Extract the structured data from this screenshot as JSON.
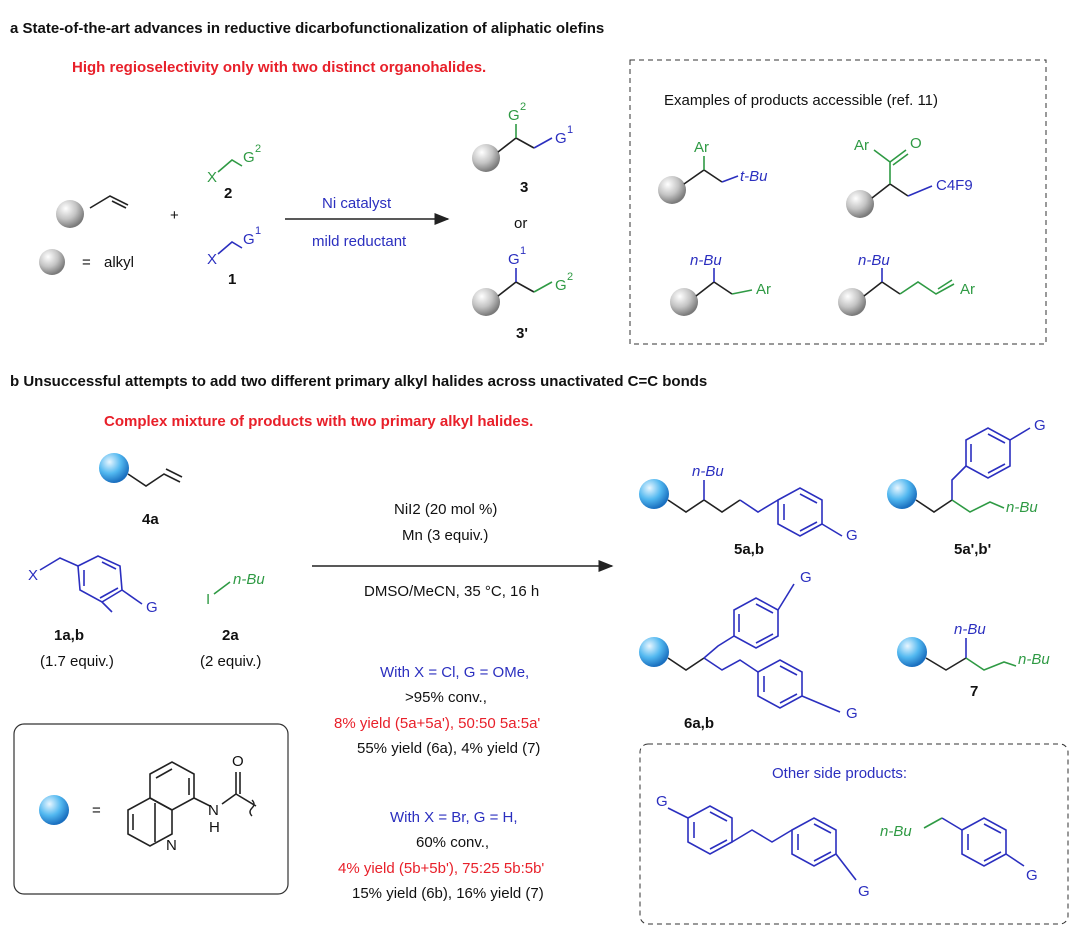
{
  "colors": {
    "red": "#e8202a",
    "blue": "#2b2fbf",
    "green": "#2f9a44",
    "text": "#111111"
  },
  "section_a": {
    "header": "a State-of-the-art advances in reductive dicarbofunctionalization of aliphatic olefins",
    "highlight": "High regioselectivity only with two distinct organohalides.",
    "legend_equals": "=",
    "legend_alkyl": "alkyl",
    "plus": "+",
    "reagent_top_x": "X",
    "reagent_top_g": "G",
    "reagent_top_sup": "2",
    "reagent_top_num": "2",
    "reagent_bottom_x": "X",
    "reagent_bottom_g": "G",
    "reagent_bottom_sup": "1",
    "reagent_bottom_num": "1",
    "cond_top": "Ni catalyst",
    "cond_bottom": "mild reductant",
    "product_top_num": "3",
    "or": "or",
    "product_bottom_num": "3'",
    "examples_title": "Examples of products accessible (ref. 11)",
    "ex1_top": "Ar",
    "ex1_right": "t-Bu",
    "ex2_ar": "Ar",
    "ex2_o": "O",
    "ex2_c4f9": "C4F9",
    "ex3_top": "n-Bu",
    "ex3_right": "Ar",
    "ex4_top": "n-Bu",
    "ex4_right": "Ar"
  },
  "section_b": {
    "header": "b Unsuccessful attempts to add two different primary alkyl halides across unactivated C=C bonds",
    "highlight": "Complex mixture of products with two primary alkyl halides.",
    "label_4a": "4a",
    "reagent_x": "X",
    "reagent_g": "G",
    "label_1ab": "1a,b",
    "equiv_1": "(1.7 equiv.)",
    "reagent_i": "I",
    "reagent_nbu": "n-Bu",
    "label_2a": "2a",
    "equiv_2": "(2 equiv.)",
    "cond_1": "NiI2 (20 mol %)",
    "cond_2": "Mn (3 equiv.)",
    "cond_3": "DMSO/MeCN, 35 °C, 16 h",
    "run1_cond": "With X = Cl, G = OMe,",
    "run1_conv": ">95% conv.,",
    "run1_yield_red": "8% yield (5a+5a'), 50:50 5a:5a'",
    "run1_yield": "55% yield (6a), 4% yield (7)",
    "run2_cond": "With X = Br, G = H,",
    "run2_conv": "60% conv.,",
    "run2_yield_red": "4% yield (5b+5b'), 75:25 5b:5b'",
    "run2_yield": "15% yield (6b), 16% yield (7)",
    "legend_equals": "=",
    "quin_n": "N",
    "amide_n": "N",
    "amide_h": "H",
    "amide_o": "O",
    "p5_nbu": "n-Bu",
    "p5_g": "G",
    "p5_label": "5a,b",
    "p5p_g": "G",
    "p5p_nbu": "n-Bu",
    "p5p_label": "5a',b'",
    "p6_g_top": "G",
    "p6_g_bottom": "G",
    "p6_label": "6a,b",
    "p7_nbu_top": "n-Bu",
    "p7_nbu_right": "n-Bu",
    "p7_label": "7",
    "side_title": "Other side products:",
    "side1_g_left": "G",
    "side1_g_right": "G",
    "side2_nbu": "n-Bu",
    "side2_g": "G"
  }
}
